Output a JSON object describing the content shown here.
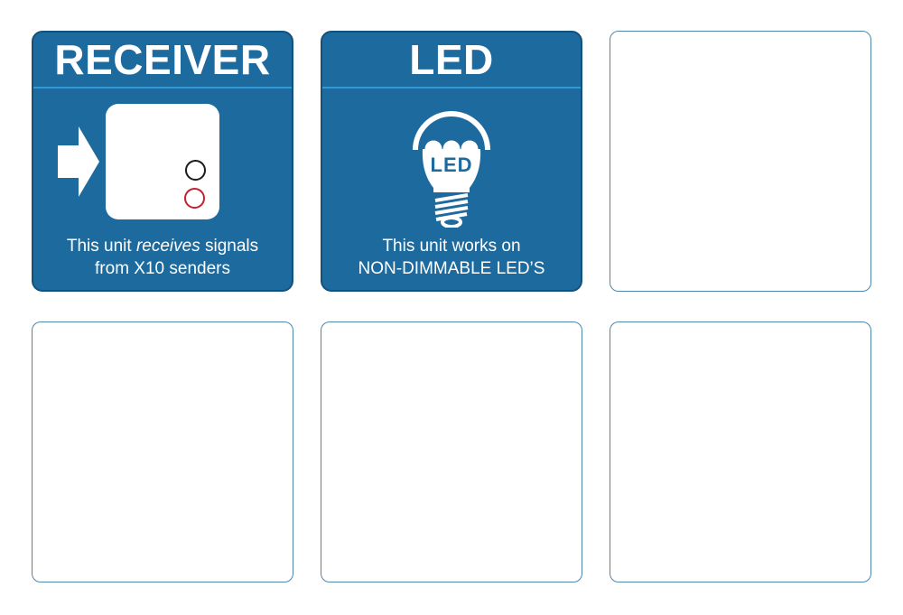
{
  "colors": {
    "card_blue": "#1d6a9e",
    "card_border": "#11517b",
    "divider_blue": "#2f9bd4",
    "text_white": "#ffffff",
    "empty_card_border": "#4d87ab",
    "indicator_black": "#1b1b1b",
    "indicator_red": "#c4202f"
  },
  "cards": {
    "receiver": {
      "title": "RECEIVER",
      "caption_pre": "This unit ",
      "caption_italic": "receives",
      "caption_post": " signals",
      "caption_line2": "from X10 senders"
    },
    "led": {
      "title": "LED",
      "bulb_label": "LED",
      "caption_line1": "This unit works on",
      "caption_line2": "NON-DIMMABLE LED’S"
    },
    "empty_placeholder_count": "4"
  }
}
